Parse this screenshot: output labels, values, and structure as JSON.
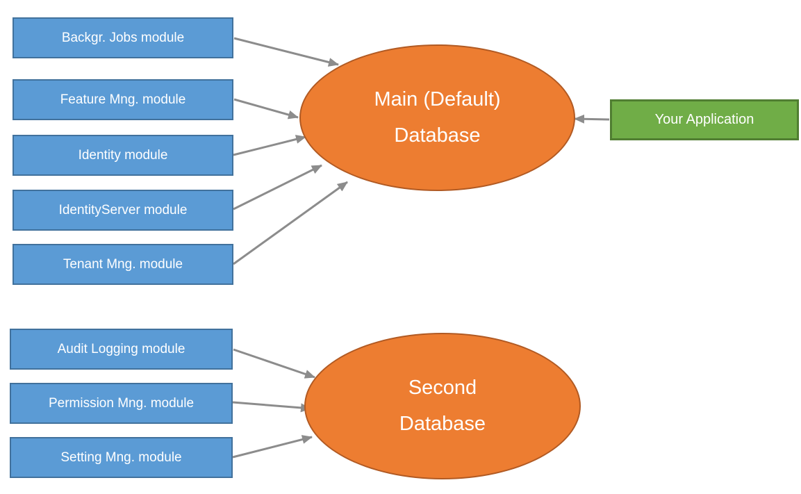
{
  "diagram": {
    "colors": {
      "module_fill": "#5B9BD5",
      "module_border": "#41719C",
      "database_fill": "#ED7D31",
      "database_border": "#B15A23",
      "application_fill": "#70AD47",
      "application_border": "#507E32",
      "arrow": "#8C8C8C",
      "label_text": "#FFFFFF"
    },
    "main_database": {
      "line1": "Main (Default)",
      "line2": "Database"
    },
    "second_database": {
      "line1": "Second",
      "line2": "Database"
    },
    "application": {
      "label": "Your Application"
    },
    "main_modules": [
      {
        "label": "Backgr. Jobs module"
      },
      {
        "label": "Feature Mng. module"
      },
      {
        "label": "Identity module"
      },
      {
        "label": "IdentityServer module"
      },
      {
        "label": "Tenant Mng. module"
      }
    ],
    "second_modules": [
      {
        "label": "Audit Logging module"
      },
      {
        "label": "Permission Mng. module"
      },
      {
        "label": "Setting Mng. module"
      }
    ]
  }
}
